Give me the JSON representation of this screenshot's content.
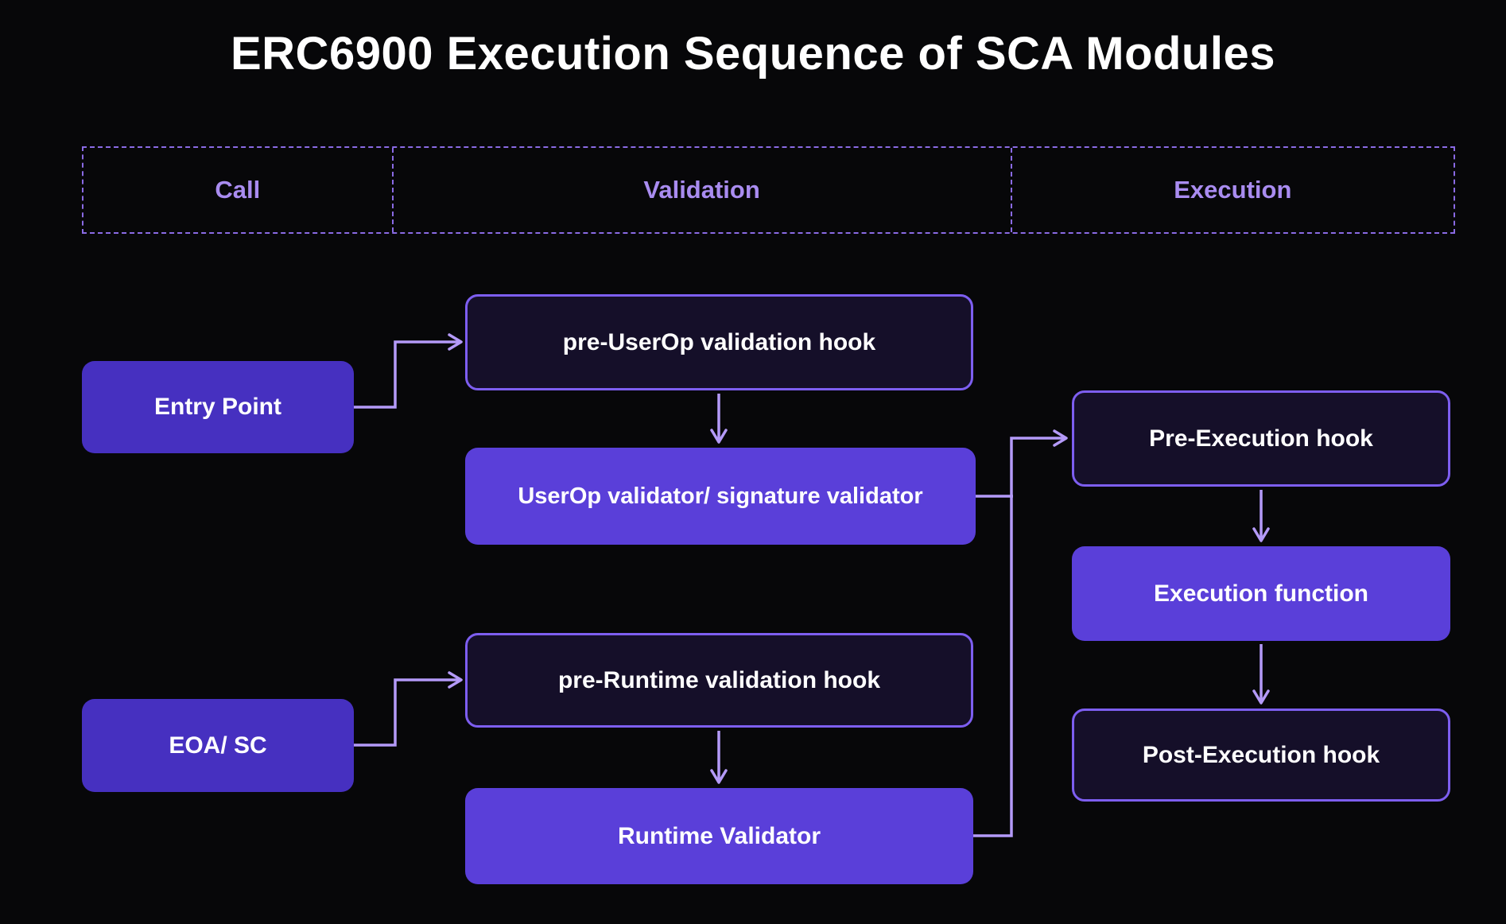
{
  "title": "ERC6900 Execution Sequence of SCA Modules",
  "lanes": {
    "call": "Call",
    "validation": "Validation",
    "execution": "Execution"
  },
  "nodes": {
    "entry_point": "Entry Point",
    "pre_userop_hook": "pre-UserOp validation hook",
    "userop_validator": "UserOp validator/ signature validator",
    "eoa_sc": "EOA/ SC",
    "pre_runtime_hook": "pre-Runtime validation hook",
    "runtime_validator": "Runtime Validator",
    "pre_execution_hook": "Pre-Execution hook",
    "execution_function": "Execution function",
    "post_execution_hook": "Post-Execution hook"
  },
  "colors": {
    "background": "#070709",
    "filled_box": "#5a3fd9",
    "deep_filled_box": "#4630c0",
    "outlined_box_border": "#7d5ef0",
    "outlined_box_fill": "#150f29",
    "arrow": "#b49af8",
    "lane_text": "#a98cf0",
    "title_text": "#ffffff"
  }
}
